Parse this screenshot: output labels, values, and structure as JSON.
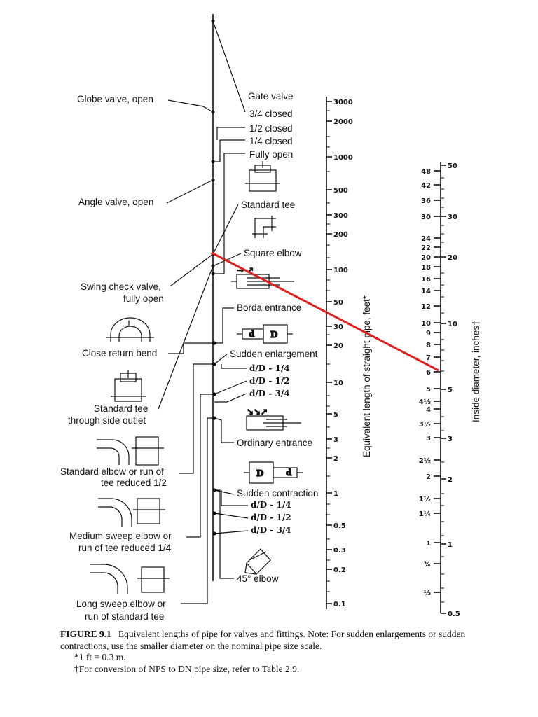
{
  "figure": {
    "label": "FIGURE 9.1",
    "caption": "Equivalent lengths of pipe for valves and fittings. Note: For sudden enlargements or sudden contractions, use the smaller diameter on the nominal pipe size scale.",
    "footnote_1": "*1 ft = 0.3 m.",
    "footnote_2": "†For conversion of NPS to DN pipe size, refer to Table 2.9."
  },
  "left_labels": {
    "globe_valve": "Globe valve, open",
    "angle_valve": "Angle valve, open",
    "swing_check_1": "Swing check valve,",
    "swing_check_2": "fully open",
    "close_return": "Close return bend",
    "std_tee_side_1": "Standard tee",
    "std_tee_side_2": "through side outlet",
    "std_elbow_1": "Standard elbow or run of",
    "std_elbow_2": "tee reduced 1/2",
    "med_sweep_1": "Medium sweep elbow or",
    "med_sweep_2": "run of tee reduced 1/4",
    "long_sweep_1": "Long sweep elbow or",
    "long_sweep_2": "run of standard tee"
  },
  "right_labels": {
    "gate_valve": "Gate valve",
    "three_quarter": "3/4 closed",
    "half": "1/2 closed",
    "quarter": "1/4 closed",
    "fully_open": "Fully open",
    "standard_tee": "Standard tee",
    "square_elbow": "Square elbow",
    "borda": "Borda entrance",
    "sudden_enl": "Sudden enlargement",
    "enl_d1": "d/D - 1/4",
    "enl_d2": "d/D - 1/2",
    "enl_d3": "d/D - 3/4",
    "ordinary": "Ordinary entrance",
    "sudden_con": "Sudden contraction",
    "con_d1": "d/D - 1/4",
    "con_d2": "d/D - 1/2",
    "con_d3": "d/D - 3/4",
    "elbow45": "45° elbow"
  },
  "equiv_axis": {
    "title": "Equivalent length of straight pipe, feet*",
    "ticks": [
      "3000",
      "2000",
      "1000",
      "500",
      "300",
      "200",
      "100",
      "50",
      "30",
      "20",
      "10",
      "5",
      "3",
      "2",
      "1",
      "0.5",
      "0.3",
      "0.2",
      "0.1"
    ]
  },
  "diam_axis": {
    "title": "Inside diameter, inches†",
    "right_ticks": [
      "50",
      "30",
      "20",
      "10",
      "5",
      "3",
      "2",
      "1",
      "0.5"
    ],
    "left_ticks": [
      "48",
      "42",
      "36",
      "30",
      "24",
      "22",
      "20",
      "18",
      "16",
      "14",
      "12",
      "10",
      "9",
      "8",
      "7",
      "6",
      "5",
      "4½",
      "4",
      "3½",
      "3",
      "2½",
      "2",
      "1½",
      "1¼",
      "1",
      "¾",
      "½"
    ]
  },
  "colors": {
    "ink": "#111111",
    "example_line": "#e0201e"
  }
}
